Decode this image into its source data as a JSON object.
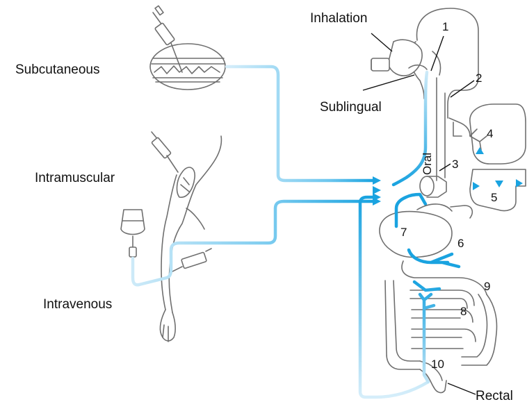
{
  "routes": {
    "inhalation": "Inhalation",
    "subcutaneous": "Subcutaneous",
    "sublingual": "Sublingual",
    "intramuscular": "Intramuscular",
    "intravenous": "Intravenous",
    "oral": "Oral",
    "rectal": "Rectal"
  },
  "numbers": {
    "n1": "1",
    "n2": "2",
    "n3": "3",
    "n4": "4",
    "n5": "5",
    "n6": "6",
    "n7": "7",
    "n8": "8",
    "n9": "9",
    "n10": "10"
  },
  "colors": {
    "route_dark": "#1aa3e0",
    "route_light": "#bfe4f6",
    "outline": "#6f6f6f",
    "text": "#111111"
  }
}
